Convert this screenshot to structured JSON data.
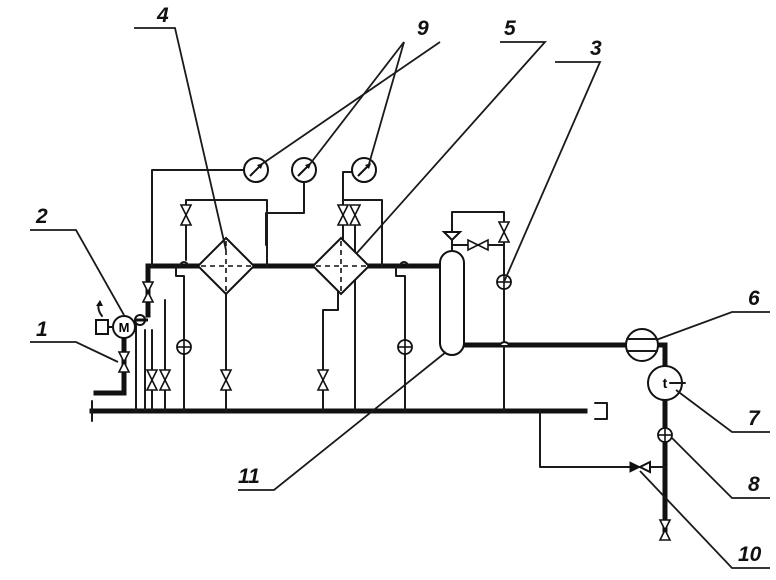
{
  "diagram": {
    "callouts": {
      "c1": "1",
      "c2": "2",
      "c3": "3",
      "c4": "4",
      "c5": "5",
      "c6": "6",
      "c7": "7",
      "c8": "8",
      "c9": "9",
      "c10": "10",
      "c11": "11"
    },
    "motor_letter": "M",
    "level_glass_mark": "t"
  }
}
